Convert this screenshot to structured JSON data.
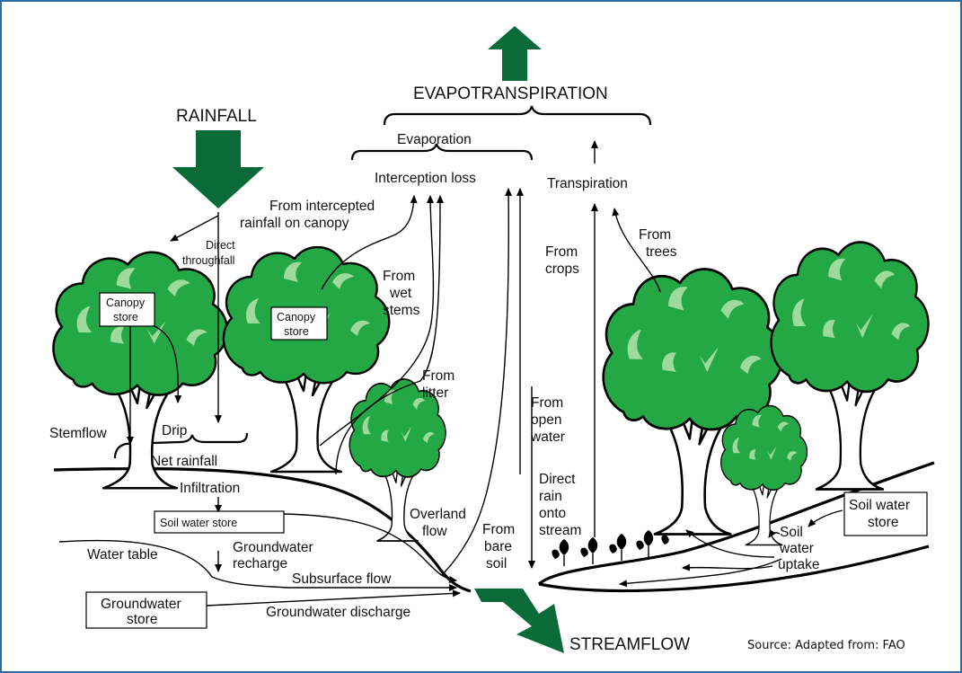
{
  "colors": {
    "frame_border": "#2a6ea8",
    "big_arrows": "#0a6b39",
    "tree_crown": "#23a845",
    "crown_highlight": "#9edb9b"
  },
  "labels": {
    "evapotranspiration": "EVAPOTRANSPIRATION",
    "rainfall": "RAINFALL",
    "evaporation": "Evaporation",
    "interception_loss": "Interception loss",
    "transpiration": "Transpiration",
    "from_intercepted_1": "From intercepted",
    "from_intercepted_2": "rainfall on canopy",
    "direct_throughfall_1": "Direct",
    "direct_throughfall_2": "throughfall",
    "canopy_store_1": "Canopy",
    "canopy_store_2": "store",
    "from_wet_stems_1": "From",
    "from_wet_stems_2": "wet",
    "from_wet_stems_3": "stems",
    "from_litter_1": "From",
    "from_litter_2": "litter",
    "from_open_water_1": "From",
    "from_open_water_2": "open",
    "from_open_water_3": "water",
    "from_crops_1": "From",
    "from_crops_2": "crops",
    "from_trees_1": "From",
    "from_trees_2": "trees",
    "stemflow": "Stemflow",
    "drip": "Drip",
    "net_rainfall": "Net rainfall",
    "infiltration": "Infiltration",
    "soil_water_store": "Soil water store",
    "soil_water_store_r1": "Soil water",
    "soil_water_store_r2": "store",
    "groundwater_recharge_1": "Groundwater",
    "groundwater_recharge_2": "recharge",
    "water_table": "Water table",
    "subsurface_flow": "Subsurface flow",
    "groundwater_store_1": "Groundwater",
    "groundwater_store_2": "store",
    "groundwater_discharge": "Groundwater discharge",
    "overland_flow_1": "Overland",
    "overland_flow_2": "flow",
    "from_bare_soil_1": "From",
    "from_bare_soil_2": "bare",
    "from_bare_soil_3": "soil",
    "direct_rain_1": "Direct",
    "direct_rain_2": "rain",
    "direct_rain_3": "onto",
    "direct_rain_4": "stream",
    "soil_water_uptake_1": "Soil",
    "soil_water_uptake_2": "water",
    "soil_water_uptake_3": "uptake",
    "streamflow": "STREAMFLOW",
    "source": "Source: Adapted from: FAO"
  }
}
